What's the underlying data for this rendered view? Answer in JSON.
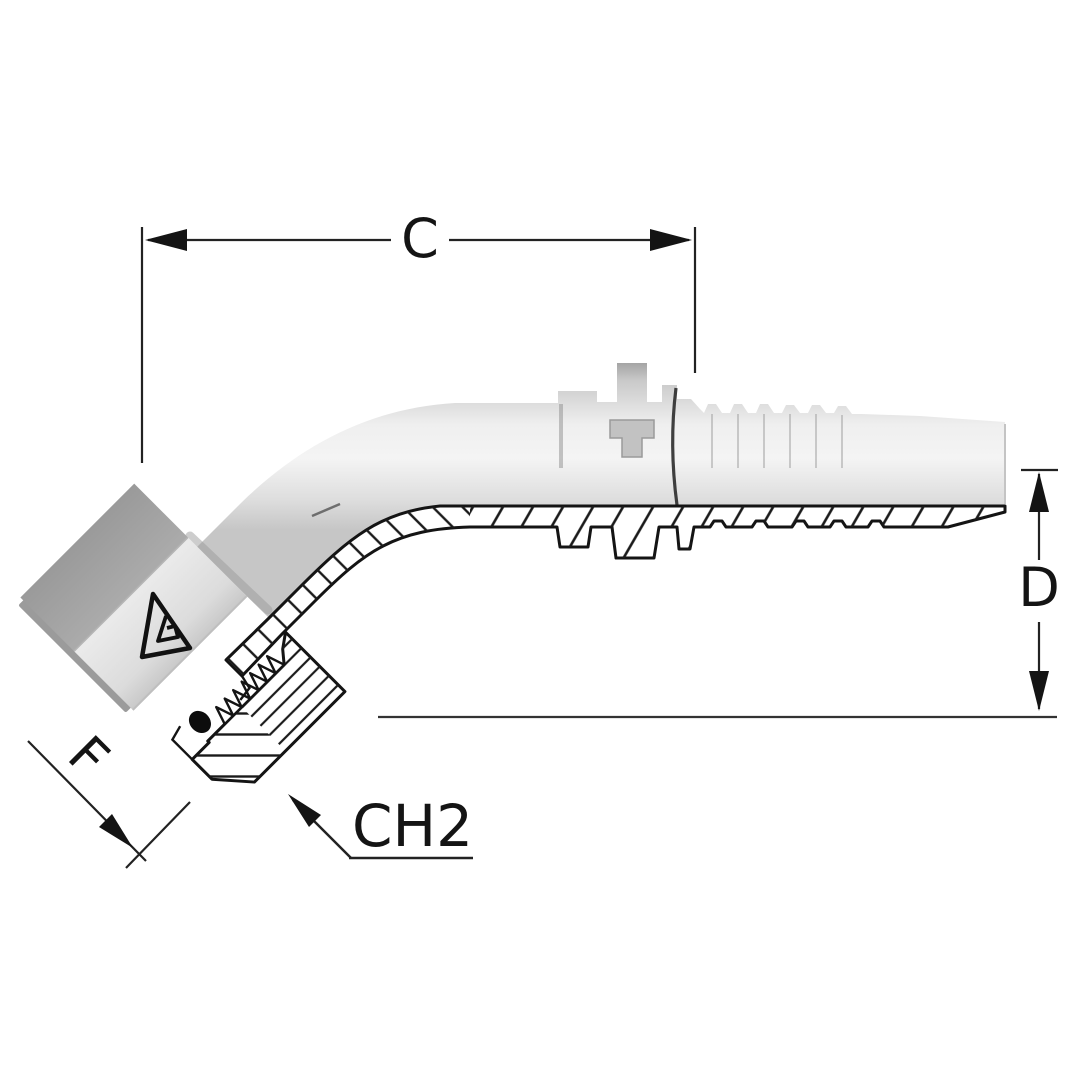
{
  "page": {
    "background_color": "#ffffff"
  },
  "diagram": {
    "kind": "technical-section-drawing",
    "subject": "45-degree elbow hose fitting with female swivel nut and barbed hose tail, drawn in half section with hatching",
    "dimension_labels": {
      "c": "C",
      "d": "D",
      "f": "F",
      "ch2": "CH2"
    },
    "colors": {
      "outline": "#141414",
      "dimension_lines": "#222222",
      "body_highlight": "#f4f4f4",
      "body_shadow": "#c9c9c9",
      "nut_top_face": "#a2a2a2",
      "nut_front_face": "#e0e0e0",
      "background": "#ffffff"
    }
  }
}
